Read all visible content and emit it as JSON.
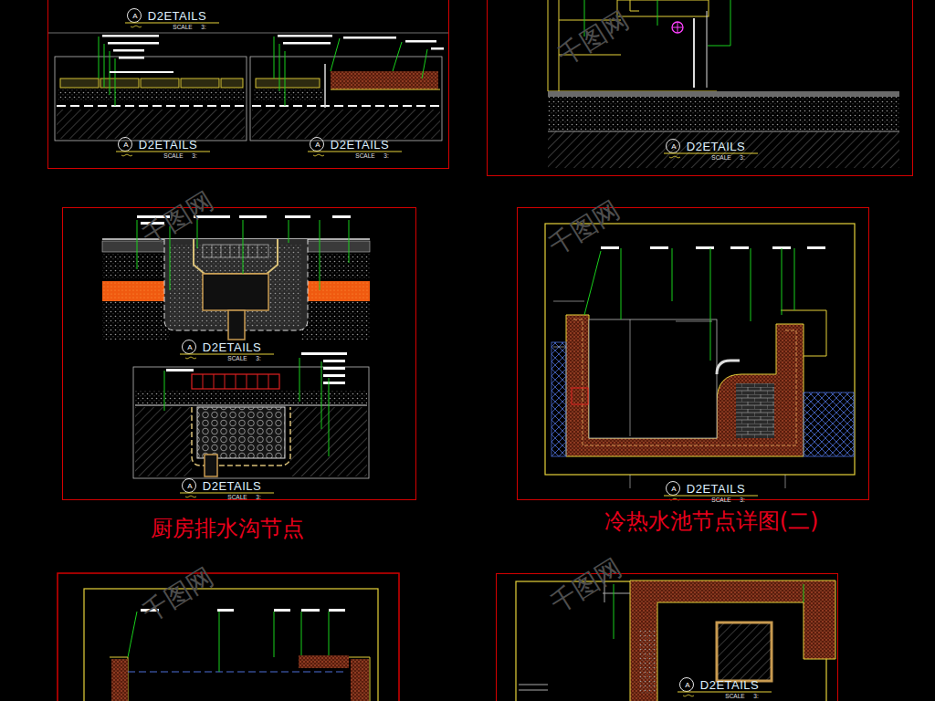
{
  "diagram": {
    "nodes": [
      {
        "text": [
          "A",
          "D2ETAILS",
          "SCALE",
          "3:",
          "A",
          "D2ETAILS",
          "SCALE",
          "3:",
          "A",
          "D2ETAILS",
          "SCALE",
          "3:"
        ]
      },
      {
        "text": [
          "A",
          "D2ETAILS",
          "SCALE",
          "3:"
        ]
      },
      {
        "text": [
          "A",
          "D2ETAILS",
          "SCALE",
          "3:",
          "A",
          "D2ETAILS",
          "SCALE",
          "3:",
          "厨房排水沟节点"
        ]
      },
      {
        "text": [
          "A",
          "D2ETAILS",
          "SCALE",
          "3:",
          "冷热水池节点详图(二)"
        ]
      },
      {
        "text": [
          "A",
          "D2ETAILS",
          "SCALE",
          "3:"
        ]
      }
    ],
    "labels": [
      "千图网",
      "千图网",
      "千图网",
      "千图网",
      "千图网"
    ]
  }
}
